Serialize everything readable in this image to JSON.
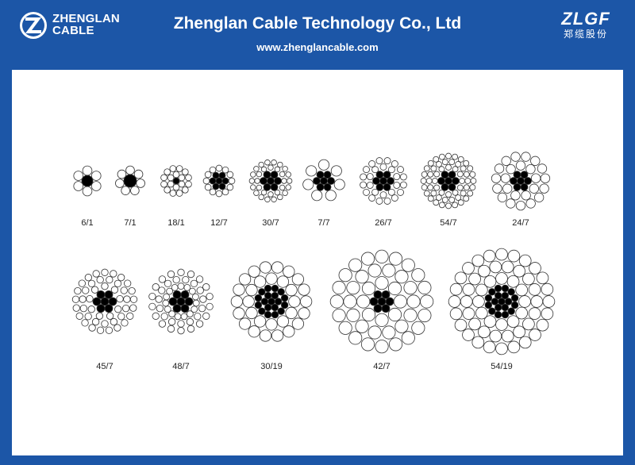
{
  "header": {
    "company_title": "Zhenglan Cable Technology Co., Ltd",
    "website": "www.zhenglancable.com",
    "logo_left_line1": "ZHENGLAN",
    "logo_left_line2": "CABLE",
    "logo_right_brand": "ZLGF",
    "logo_right_sub": "郑缆股份",
    "brand_color": "#1c56a7"
  },
  "diagram": {
    "stranding_cross_sections": [
      {
        "label": "6/1",
        "aluminium_wires": 6,
        "steel_wires": 1
      },
      {
        "label": "7/1",
        "aluminium_wires": 7,
        "steel_wires": 1
      },
      {
        "label": "18/1",
        "aluminium_wires": 18,
        "steel_wires": 1
      },
      {
        "label": "12/7",
        "aluminium_wires": 12,
        "steel_wires": 7
      },
      {
        "label": "30/7",
        "aluminium_wires": 30,
        "steel_wires": 7
      },
      {
        "label": "7/7",
        "aluminium_wires": 7,
        "steel_wires": 7
      },
      {
        "label": "26/7",
        "aluminium_wires": 26,
        "steel_wires": 7
      },
      {
        "label": "54/7",
        "aluminium_wires": 54,
        "steel_wires": 7
      },
      {
        "label": "24/7",
        "aluminium_wires": 24,
        "steel_wires": 7
      },
      {
        "label": "45/7",
        "aluminium_wires": 45,
        "steel_wires": 7
      },
      {
        "label": "48/7",
        "aluminium_wires": 48,
        "steel_wires": 7
      },
      {
        "label": "30/19",
        "aluminium_wires": 30,
        "steel_wires": 19
      },
      {
        "label": "42/7",
        "aluminium_wires": 42,
        "steel_wires": 7
      },
      {
        "label": "54/19",
        "aluminium_wires": 54,
        "steel_wires": 19
      }
    ]
  }
}
